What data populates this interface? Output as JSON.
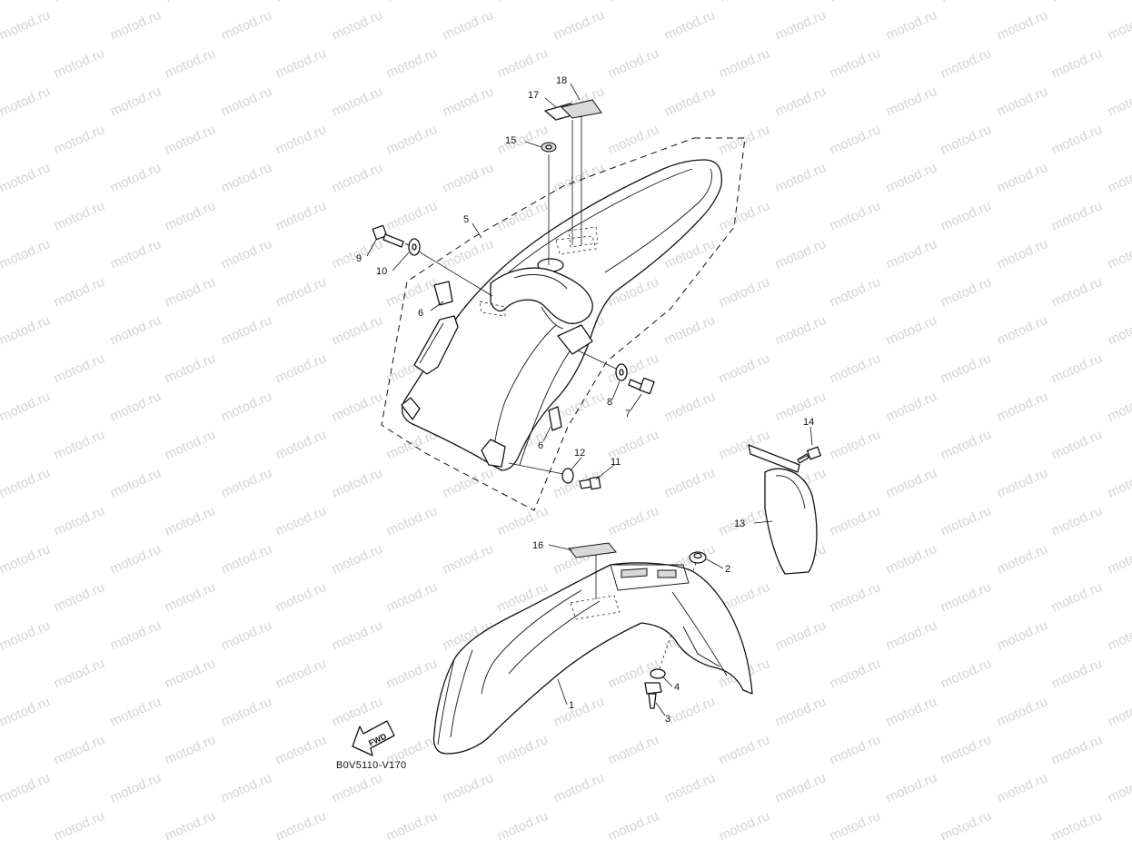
{
  "diagram": {
    "watermark": "motod.ru",
    "caption": "B0V5110-V170",
    "fwd_label": "FWD",
    "callouts": {
      "c1": "1",
      "c2": "2",
      "c3": "3",
      "c4": "4",
      "c5": "5",
      "c6a": "6",
      "c6b": "6",
      "c7": "7",
      "c8": "8",
      "c9": "9",
      "c10": "10",
      "c11": "11",
      "c12": "12",
      "c13": "13",
      "c14": "14",
      "c15": "15",
      "c16": "16",
      "c17": "17",
      "c18": "18"
    }
  }
}
